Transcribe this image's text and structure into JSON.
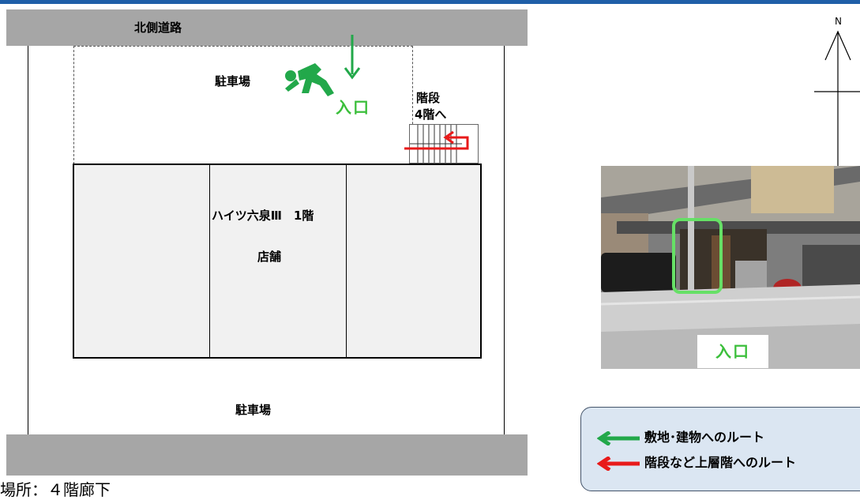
{
  "map": {
    "north_road_label": "北側道路",
    "parking_north_label": "駐車場",
    "entrance_label": "入口",
    "stairs_label_line1": "階段",
    "stairs_label_line2": "4階へ",
    "building_name": "ハイツ六泉Ⅲ　1階",
    "shop_label": "店舗",
    "parking_south_label": "駐車場",
    "north_letter": "N"
  },
  "photo": {
    "entrance_label": "入口"
  },
  "legend": {
    "green_route": "敷地･建物へのルート",
    "red_route": "階段など上層階へのルート"
  },
  "footer": {
    "text": "場所：４階廊下"
  },
  "colors": {
    "route_green": "#22a84a",
    "route_red": "#e81a1a",
    "entrance_text": "#3cbf3c",
    "road_gray": "#a6a6a6",
    "header_blue": "#1f5fa8",
    "legend_bg": "#dbe6f2"
  }
}
